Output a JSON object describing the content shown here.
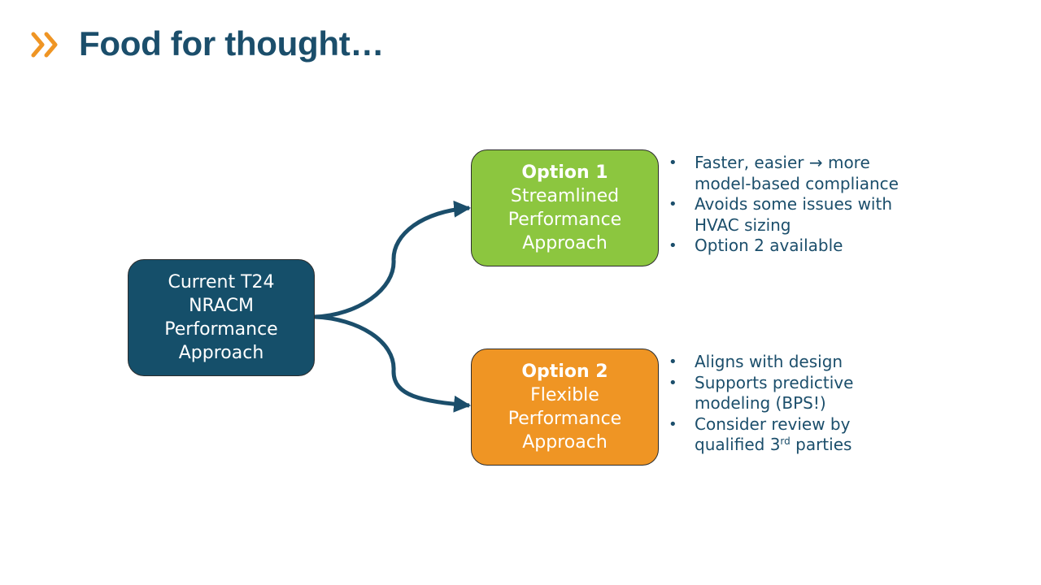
{
  "title": "Food for thought…",
  "colors": {
    "title": "#1b4e6b",
    "accent_chevron": "#ef9524",
    "current_box": "#154f6a",
    "option1_box": "#8cc63f",
    "option2_box": "#ef9524",
    "connector": "#1b4e6b",
    "bullet_text": "#1b4e6b"
  },
  "diagram": {
    "current": {
      "lines": [
        "Current T24",
        "NRACM",
        "Performance",
        "Approach"
      ]
    },
    "option1": {
      "heading": "Option 1",
      "lines": [
        "Streamlined",
        "Performance",
        "Approach"
      ],
      "bullets": [
        {
          "line1": "Faster, easier → more",
          "line2": "model-based compliance"
        },
        {
          "line1": "Avoids some issues with",
          "line2": "HVAC sizing"
        },
        {
          "line1": "Option 2 available"
        }
      ]
    },
    "option2": {
      "heading": "Option 2",
      "lines": [
        "Flexible",
        "Performance",
        "Approach"
      ],
      "bullets": [
        {
          "line1": "Aligns with design"
        },
        {
          "line1": "Supports predictive",
          "line2": "modeling (BPS!)"
        },
        {
          "line1": "Consider review by",
          "line2_prefix": "qualified 3",
          "line2_sup": "rd",
          "line2_suffix": " parties"
        }
      ]
    }
  }
}
